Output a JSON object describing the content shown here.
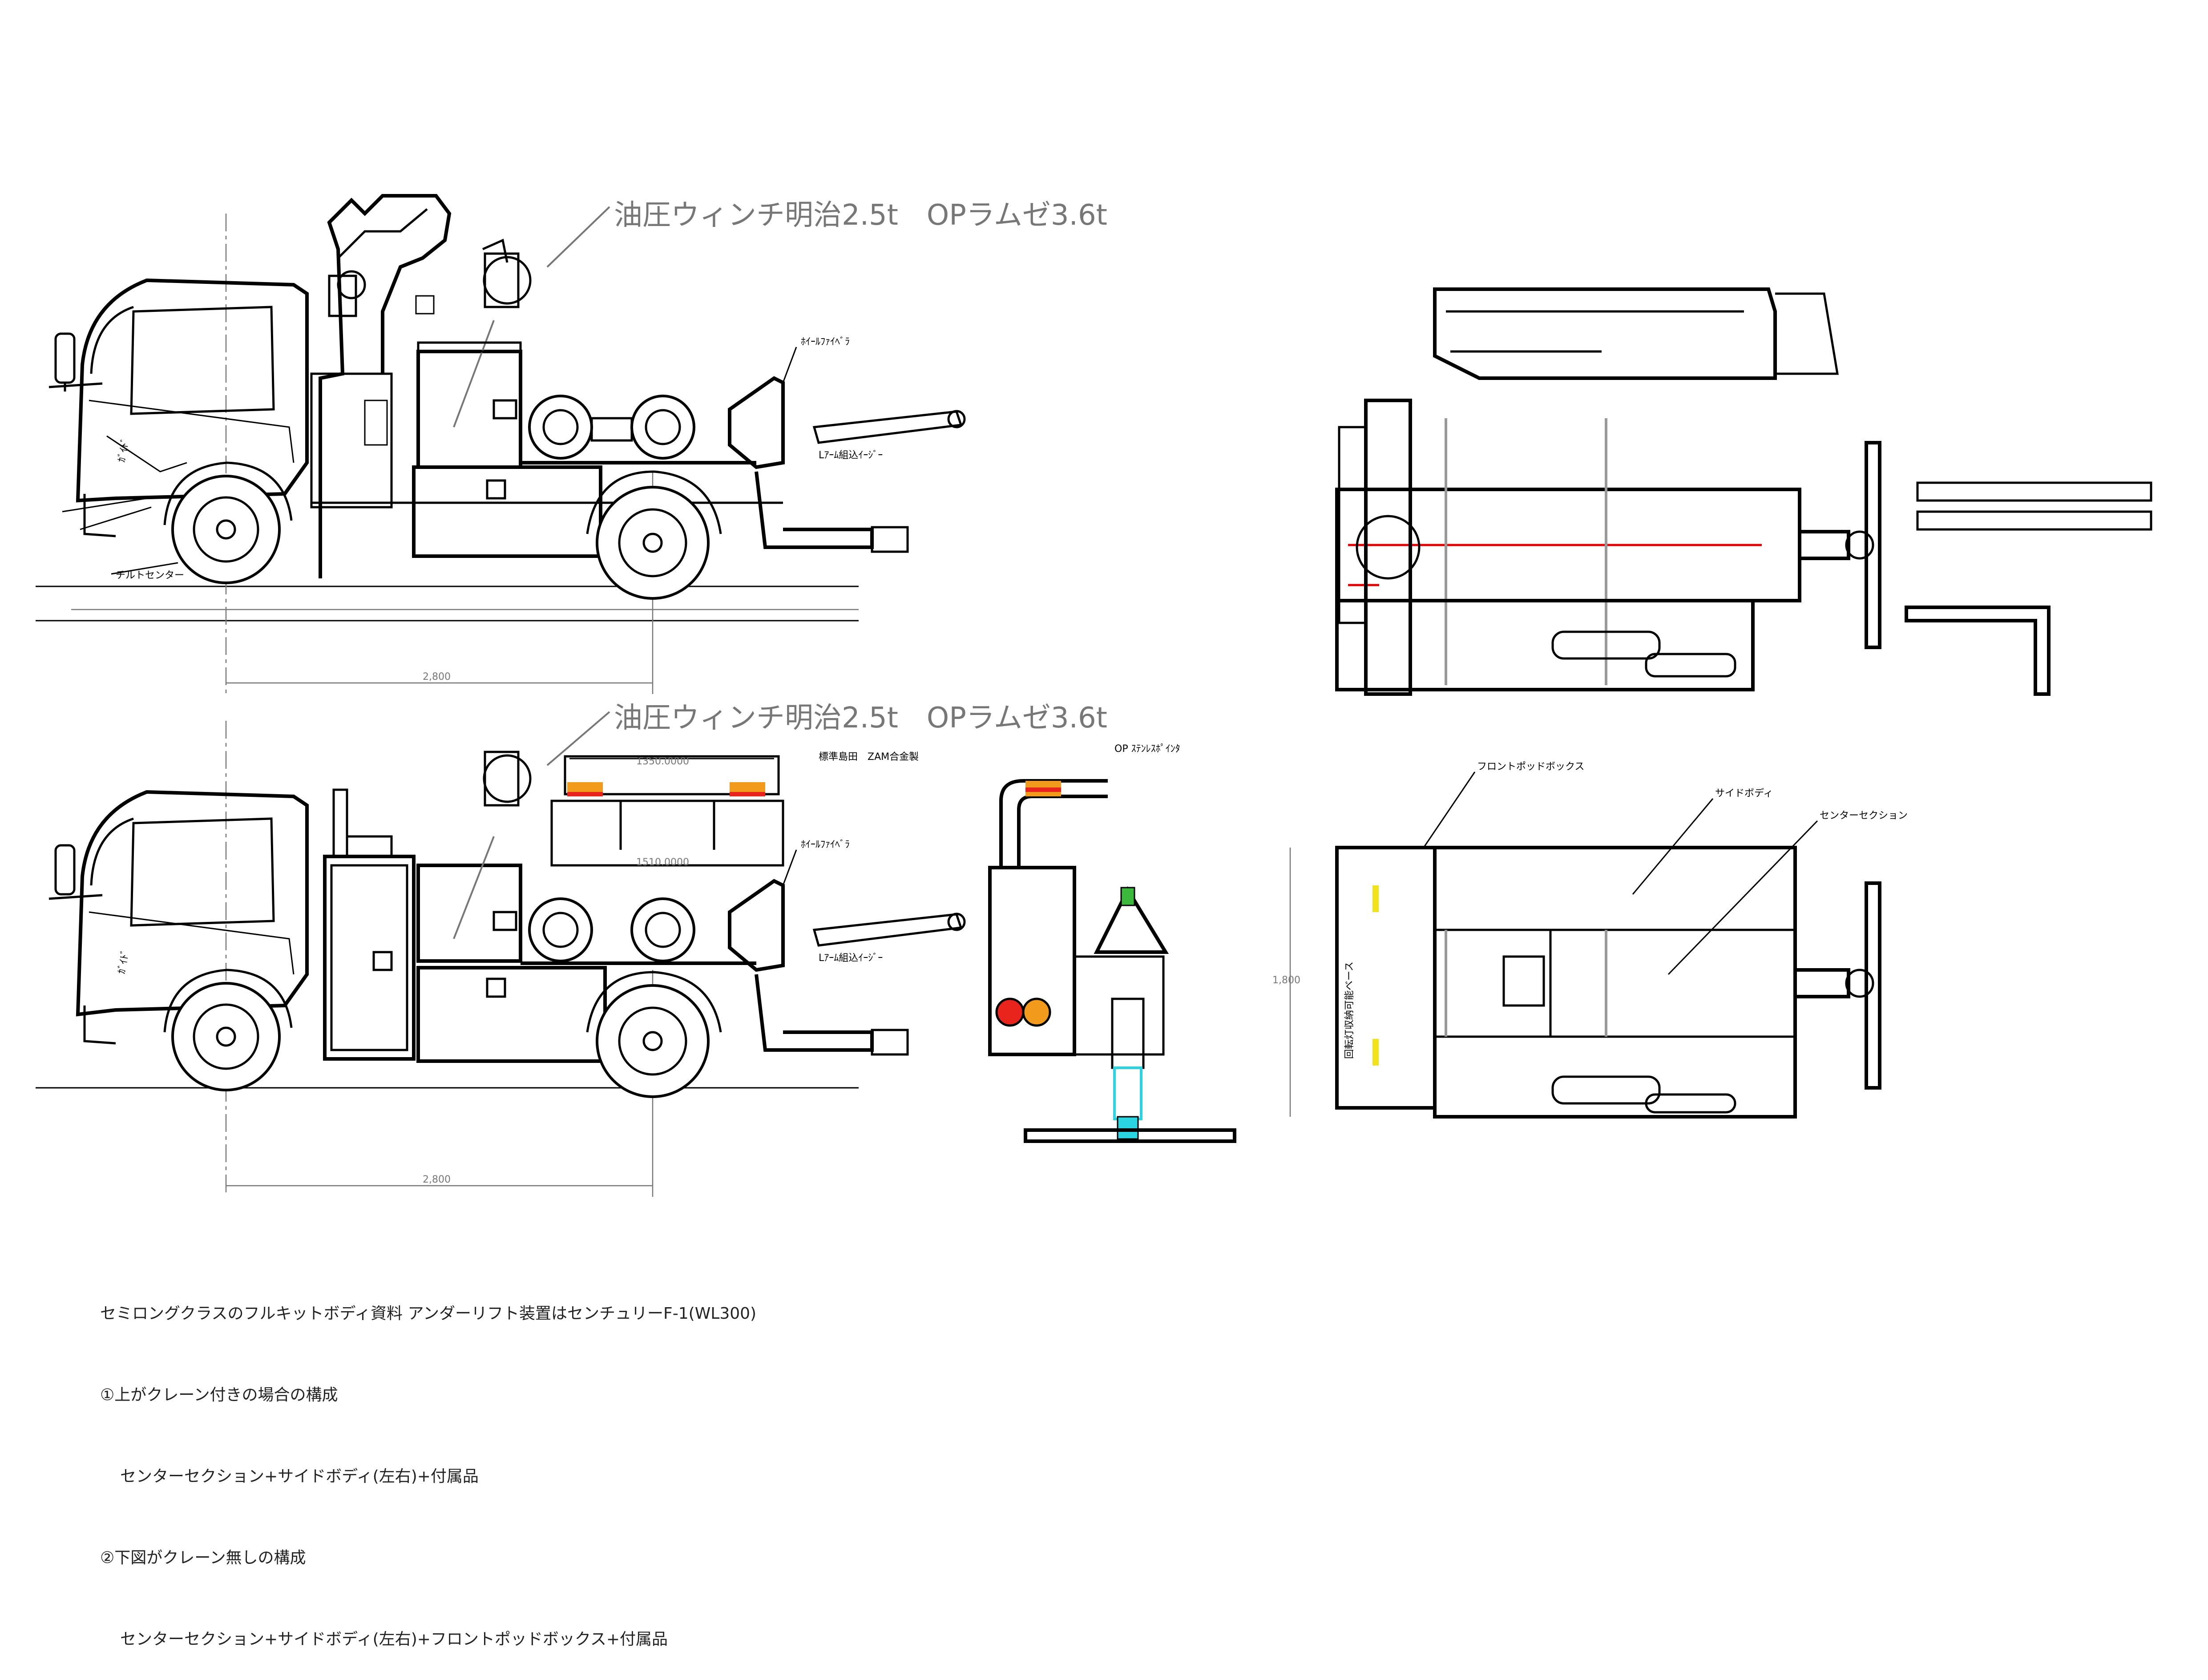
{
  "labels": {
    "winch_top": "油圧ウィンチ明治2.5t　OPラムゼ3.6t",
    "winch_bottom": "油圧ウィンチ明治2.5t　OPラムゼ3.6t",
    "bracket_top": "ﾎｲｰﾙﾌｧｲﾍﾞﾗ",
    "bracket_bottom": "ﾎｲｰﾙﾌｧｲﾍﾞﾗ",
    "arm_top": "Lｱｰﾑ組込ｲｰｼﾞｰ",
    "arm_bottom": "Lｱｰﾑ組込ｲｰｼﾞｰ",
    "tilt_center": "チルトセンター",
    "cab_mark_top": "ｶﾞｲﾄﾞ",
    "cab_mark_bottom": "ｶﾞｲﾄﾞ",
    "wheelbase_top": "2,800",
    "wheelbase_bottom": "2,800",
    "lightbar_top_dim": "1350.0000",
    "lightbar_bottom_dim": "1510.0000",
    "lightbar_note": "標準島田　ZAM合金製",
    "rear_op": "OP ｽﾃﾝﾚｽﾎﾟｲﾝﾀ",
    "front_pod_box": "フロントポッドボックス",
    "side_body": "サイドボディ",
    "center_section": "センターセクション",
    "plan_width": "1,800",
    "plan_vertical_text": "回転灯収納可能ベース"
  },
  "notes": {
    "line1": "セミロングクラスのフルキットボディ資料 アンダーリフト装置はセンチュリーF-1(WL300)",
    "line2": "①上がクレーン付きの場合の構成",
    "line3": "センターセクション+サイドボディ(左右)+付属品",
    "line4": "②下図がクレーン無しの構成",
    "line5": "センターセクション+サイドボディ(左右)+フロントポッドボックス+付属品"
  },
  "colors": {
    "line": "#000000",
    "annotation": "#777777",
    "red_lamp": "#e8241c",
    "amber_lamp": "#f29a1c",
    "cyan_part": "#2ad4e0",
    "green_part": "#3cb83c",
    "grey_member": "#999999",
    "red_centerline": "#e00000"
  }
}
